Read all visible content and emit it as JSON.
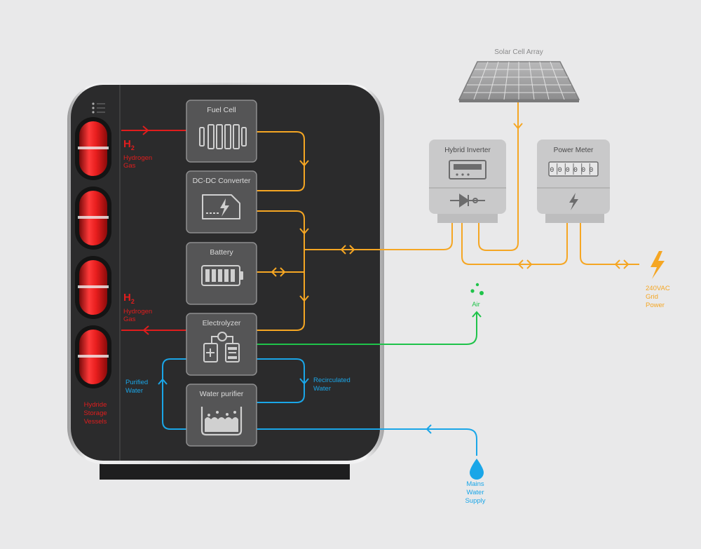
{
  "colors": {
    "background": "#e9e9ea",
    "cabinet": "#2b2b2c",
    "module": "#555556",
    "module_border": "#8e8e8f",
    "hydrogen": "#e01d1d",
    "power": "#f5a623",
    "air": "#1fc34a",
    "water": "#1aa6e8",
    "device": "#c9c9ca"
  },
  "modules": {
    "fuel_cell": "Fuel Cell",
    "dcdc": "DC-DC Converter",
    "battery": "Battery",
    "electrolyzer": "Electrolyzer",
    "water_purifier": "Water purifier"
  },
  "labels": {
    "h2_symbol": "H",
    "h2_sub": "2",
    "hydrogen_gas_top_1": "Hydrogen",
    "hydrogen_gas_top_2": "Gas",
    "hydrogen_gas_bottom_1": "Hydrogen",
    "hydrogen_gas_bottom_2": "Gas",
    "storage_1": "Hydride",
    "storage_2": "Storage",
    "storage_3": "Vessels",
    "purified_1": "Purified",
    "purified_2": "Water",
    "recirculated_1": "Recirculated",
    "recirculated_2": "Water",
    "air": "Air",
    "mains_1": "Mains",
    "mains_2": "Water",
    "mains_3": "Supply",
    "grid_1": "240VAC",
    "grid_2": "Grid",
    "grid_3": "Power"
  },
  "devices": {
    "solar": "Solar Cell Array",
    "inverter": "Hybrid Inverter",
    "meter": "Power Meter",
    "meter_reading": "000000"
  },
  "icons": {
    "fuel_cell": "fuel-cell-stack-icon",
    "dcdc": "converter-bolt-icon",
    "battery": "battery-icon",
    "electrolyzer": "electrolyzer-icon",
    "water_purifier": "purifier-tank-icon",
    "inverter": "inverter-symbol-icon",
    "meter": "lightning-bolt-icon",
    "grid": "lightning-bolt-icon",
    "water": "water-drop-icon",
    "air": "air-bubbles-icon",
    "solar": "solar-panel-icon"
  }
}
